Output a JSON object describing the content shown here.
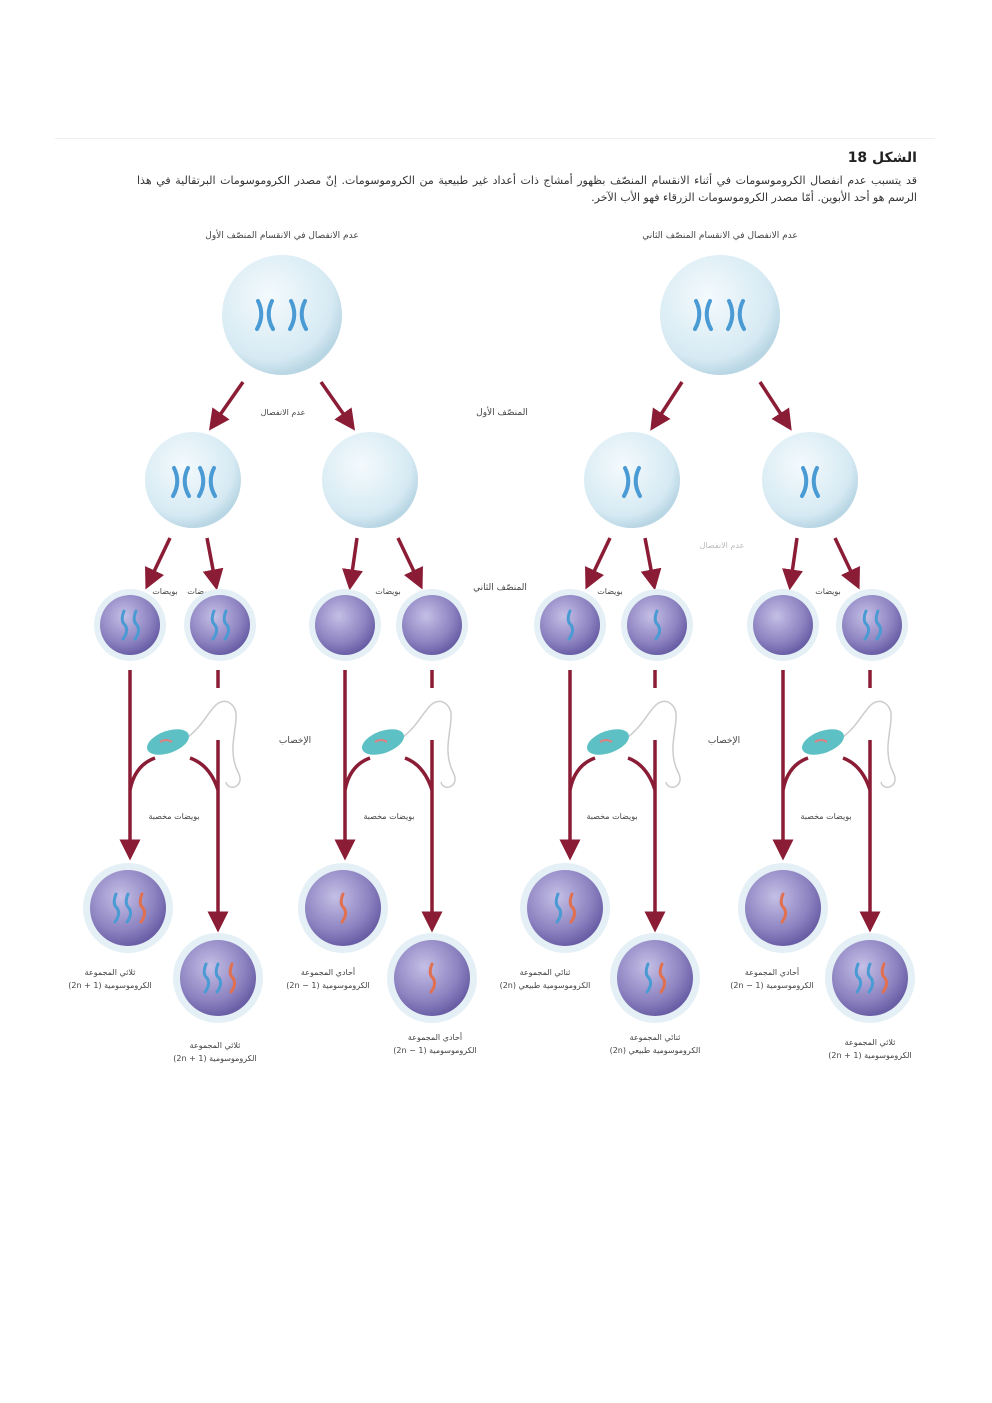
{
  "figure": {
    "title": "الشكل 18",
    "caption": "قد يتسبب عدم انفصال الكروموسومات في أثناء الانقسام المنصّف بظهور أمشاج ذات أعداد غير طبيعية من الكروموسومات. إنّ مصدر الكروموسومات البرتقالية في هذا الرسم هو أحد الأبوين. أمّا مصدر الكروموسومات الزرقاء فهو الأب الآخر."
  },
  "diagram": {
    "left_heading": "عدم الانفصال في الانقسام المنصّف الأول",
    "right_heading": "عدم الانفصال في الانقسام المنصّف الثاني",
    "nondisjunction": "عدم الانفصال",
    "meiosis_1": "المنصّف الأول",
    "meiosis_2": "المنصّف الثاني",
    "eggs": "بويضات",
    "fertilization": "الإخصاب",
    "fertilized_eggs": "بويضات مخصبة",
    "trisomy": {
      "line1": "ثلاثي المجموعة",
      "line2": "الكروموسومية (2n + 1)"
    },
    "monosomy": {
      "line1": "أحادي المجموعة",
      "line2": "الكروموسومية (2n − 1)"
    },
    "normal": {
      "line1": "ثنائي المجموعة",
      "line2": "الكروموسومية طبيعي (2n)"
    },
    "colors": {
      "arrow": "#8a1c35",
      "blue_chromosome": "#4a9ad4",
      "orange_chromosome": "#e07050",
      "egg": "#8f86c2",
      "cell": "#d8ecf4"
    }
  }
}
